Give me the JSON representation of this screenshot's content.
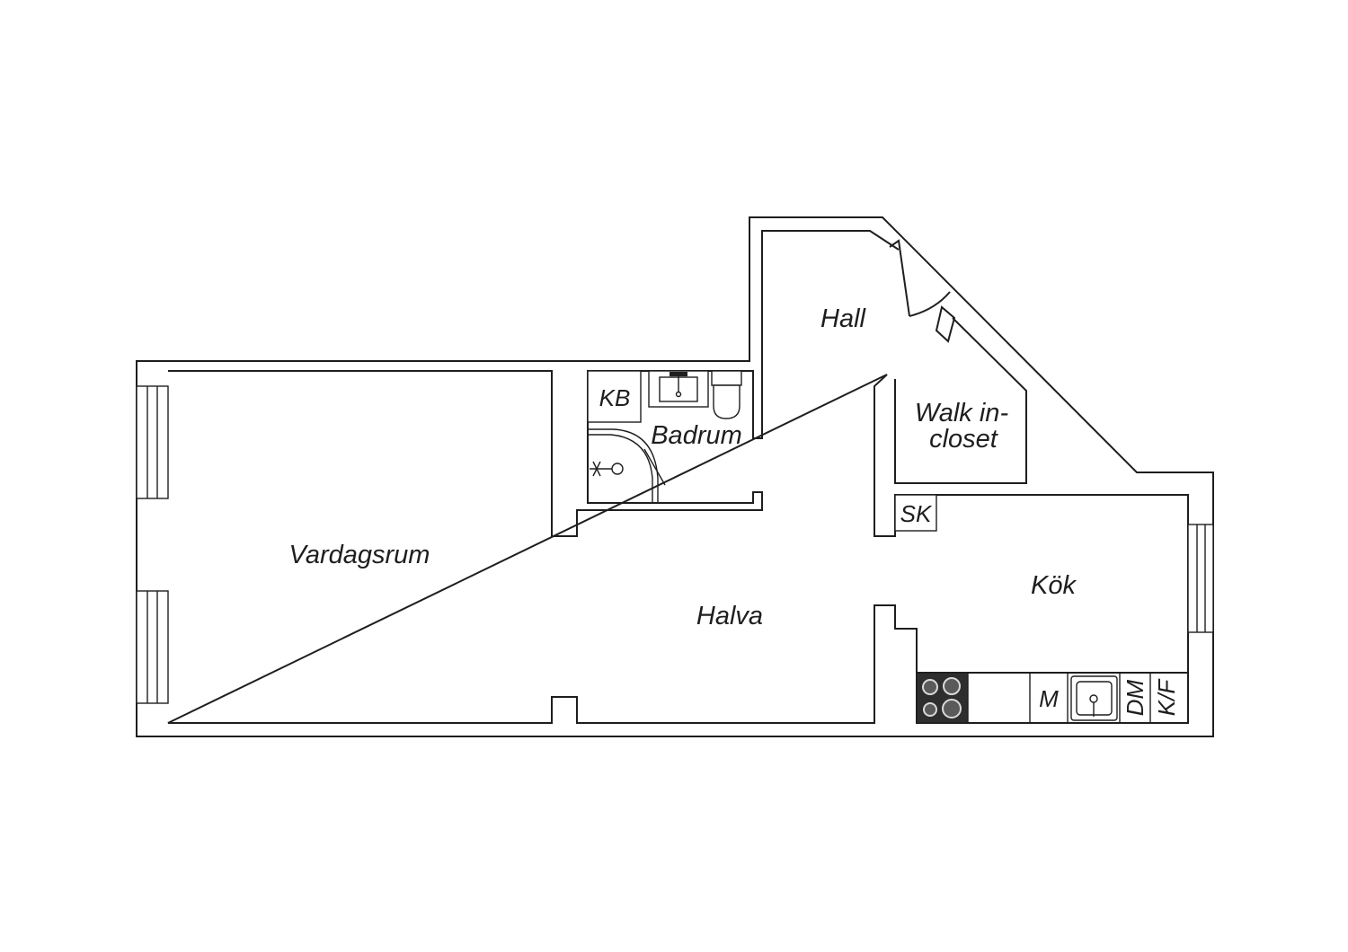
{
  "plan": {
    "wall_color": "#1e1e1e",
    "background": "#ffffff",
    "rooms": {
      "vardagsrum": "Vardagsrum",
      "hall": "Hall",
      "walk_in_line1": "Walk in-",
      "walk_in_line2": "closet",
      "badrum": "Badrum",
      "halva": "Halva",
      "kok": "Kök"
    },
    "fixtures": {
      "kb": "KB",
      "sk": "SK",
      "m": "M",
      "dm": "DM",
      "kf": "K/F"
    },
    "icons": [
      "stove-icon",
      "sink-icon",
      "toilet-icon",
      "washbasin-icon",
      "shower-icon",
      "door-swing-icon",
      "window-icon"
    ]
  }
}
